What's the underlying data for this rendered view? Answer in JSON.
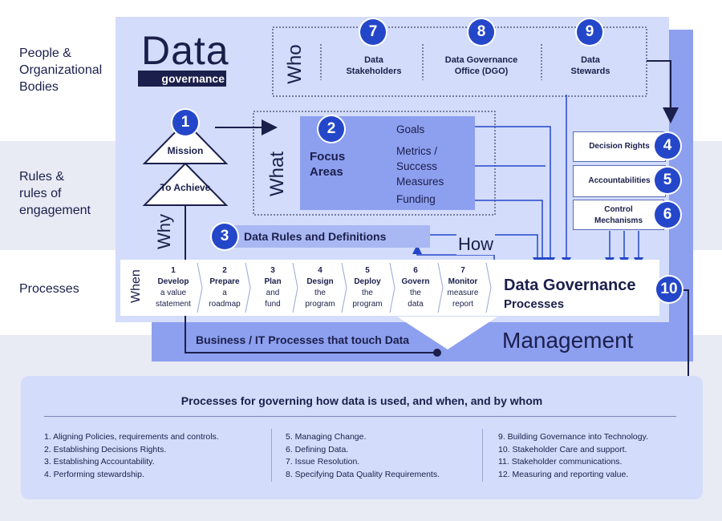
{
  "row_labels": {
    "people": "People &\nOrganizational\nBodies",
    "rules": "Rules &\nrules of\nengagement",
    "processes": "Processes"
  },
  "logo": {
    "word": "Data",
    "badge": "governance"
  },
  "who": {
    "label": "Who",
    "items": [
      {
        "num": "7",
        "label": "Data\nStakeholders"
      },
      {
        "num": "8",
        "label": "Data Governance\nOffice (DGO)"
      },
      {
        "num": "9",
        "label": "Data\nStewards"
      }
    ]
  },
  "mission": {
    "num": "1",
    "top": "Mission",
    "bottom": "To Achieve"
  },
  "why_label": "Why",
  "what_label": "What",
  "focus": {
    "num": "2",
    "title": "Focus\nAreas",
    "items": [
      "Goals",
      "Metrics /\nSuccess\nMeasures",
      "Funding"
    ]
  },
  "rules_boxes": [
    {
      "num": "4",
      "label": "Decision Rights"
    },
    {
      "num": "5",
      "label": "Accountabilities"
    },
    {
      "num": "6",
      "label": "Control\nMechanisms"
    }
  ],
  "data_rules": {
    "num": "3",
    "label": "Data Rules and Definitions"
  },
  "how_label": "How",
  "when_label": "When",
  "steps": [
    {
      "n": "1",
      "t": "Develop",
      "d": "a value\nstatement"
    },
    {
      "n": "2",
      "t": "Prepare",
      "d": "a\nroadmap"
    },
    {
      "n": "3",
      "t": "Plan",
      "d": "and\nfund"
    },
    {
      "n": "4",
      "t": "Design",
      "d": "the\nprogram"
    },
    {
      "n": "5",
      "t": "Deploy",
      "d": "the\nprogram"
    },
    {
      "n": "6",
      "t": "Govern",
      "d": "the\ndata"
    },
    {
      "n": "7",
      "t": "Monitor",
      "d": "measure\nreport"
    }
  ],
  "dg_processes": {
    "line1": "Data Governance",
    "line2": "Processes",
    "num": "10"
  },
  "business_it": "Business / IT Processes that touch Data",
  "management": "Management",
  "bottom": {
    "title": "Processes for governing how data is used, and when, and by whom",
    "col1": [
      "1. Aligning Policies, requirements and controls.",
      "2. Establishing Decisions Rights.",
      "3. Establishing Accountability.",
      "4. Performing stewardship."
    ],
    "col2": [
      "5. Managing Change.",
      "6. Defining Data.",
      "7. Issue Resolution.",
      "8. Specifying Data Quality Requirements."
    ],
    "col3": [
      "9. Building Governance into Technology.",
      "10. Stakeholder Care and support.",
      "11. Stakeholder communications.",
      "12. Measuring and reporting value."
    ]
  },
  "colors": {
    "accent": "#2447c9",
    "panel": "#d3dcfa",
    "mgmt": "#8d9fef",
    "band": "#e8ebf4",
    "ink": "#1b1f4b"
  }
}
